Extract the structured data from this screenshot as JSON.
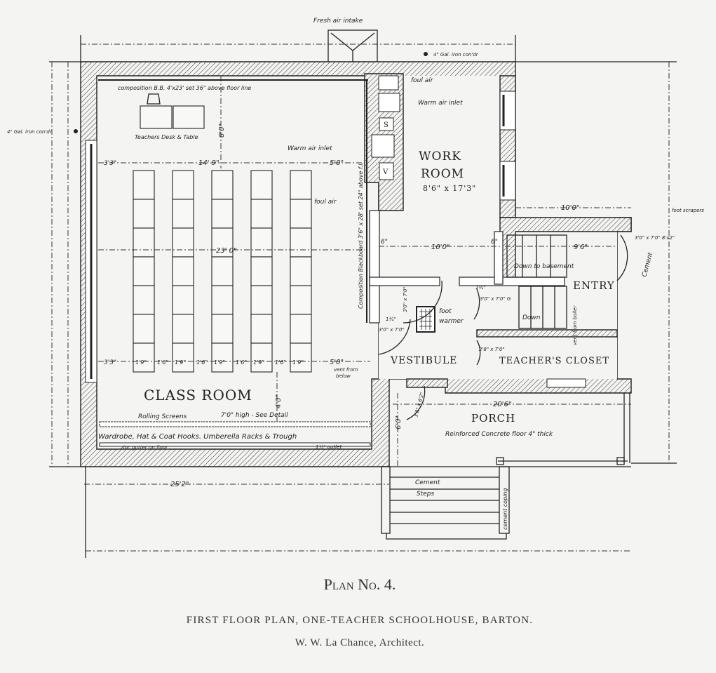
{
  "caption": {
    "plan_title": "Plan No. 4.",
    "subtitle": "FIRST FLOOR PLAN, ONE-TEACHER SCHOOLHOUSE, BARTON.",
    "architect": "W. W. La Chance, Architect."
  },
  "rooms": {
    "class_room": "CLASS ROOM",
    "work_room_1": "WORK",
    "work_room_2": "ROOM",
    "work_room_size": "8'6\" x 17'3\"",
    "entry": "ENTRY",
    "vestibule": "VESTIBULE",
    "teachers_closet": "TEACHER'S CLOSET",
    "porch": "PORCH"
  },
  "labels": {
    "fresh_air": "Fresh air intake",
    "cond_right": "4\" Gal. iron con'dr",
    "cond_left": "4\" Gal. iron con'dr",
    "blackboard_top": "composition B.B. 4'x23' set 36\" above floor line",
    "teachers_desk": "Teachers Desk & Table",
    "warm_air_1": "Warm air inlet",
    "warm_air_2": "Warm air inlet",
    "foul_air_1": "foul air",
    "foul_air_2": "foul air",
    "blackboard_side": "Composition Blackboard 3'6\" x 28' set 24\" above f.l.",
    "flue_s": "S",
    "flue_v": "V",
    "down_basement": "Down to basement",
    "down": "Down",
    "cement_entry": "Cement",
    "foot_scrapers": "foot scrapers",
    "vent_boiler": "vent from boiler",
    "foot_warmer_1": "foot",
    "foot_warmer_2": "warmer",
    "vent_below_1": "vent from",
    "vent_below_2": "below",
    "rolling_screens": "Rolling Screens",
    "screens_height": "7'0\" high - See Detail",
    "wardrobe": "Wardrobe, Hat & Coat Hooks. Umberella Racks & Trough",
    "zinc_gutter": "zinc gutter on floor",
    "outlet": "1½\" outlet",
    "porch_floor": "Reinforced Concrete floor 4\" thick",
    "cement_steps_1": "Cement",
    "cement_steps_2": "Steps",
    "cement_coping": "cement coping"
  },
  "dimensions": {
    "d_8_0": "8'0\"",
    "d_top_3_3": "3'3\"",
    "d_14_9": "14' 9\"",
    "d_top_5_0": "5'0\"",
    "d_23_0": "23' 0\"",
    "d_6a": "6\"",
    "d_10_0_work": "10'0\"",
    "d_6b": "6\"",
    "d_10_0_entry": "10'0\"",
    "d_9_6": "9'6\"",
    "d_entry_door": "3'0\" x 7'0\" 8'x2\"",
    "d_stair_door": "3'0\" x 7'0\" G",
    "d_1_34a": "1¾\"",
    "d_1_34b": "1¾\"",
    "d_vest_door": "3'0\" x 7'0\"",
    "d_vest_door_v": "3'0\" x 7'0\"",
    "d_closet_door": "2'8\" x 7'0\"",
    "d_row_3_3": "3'3\"",
    "d_row": [
      "1'9\"",
      "1'6\"",
      "1'9\"",
      "1'6\"",
      "1'9\"",
      "1'6\"",
      "1'9\"",
      "1'6\"",
      "1'9\""
    ],
    "d_row_5_0": "5'0\"",
    "d_4_0": "4'0\"",
    "d_20_6": "20'6\"",
    "d_6_0": "6'0\"",
    "d_porch_door": "3'0\" x 6'2\"",
    "d_25_2": "25'2\""
  },
  "desks": {
    "columns": 5,
    "per_column": 7
  }
}
